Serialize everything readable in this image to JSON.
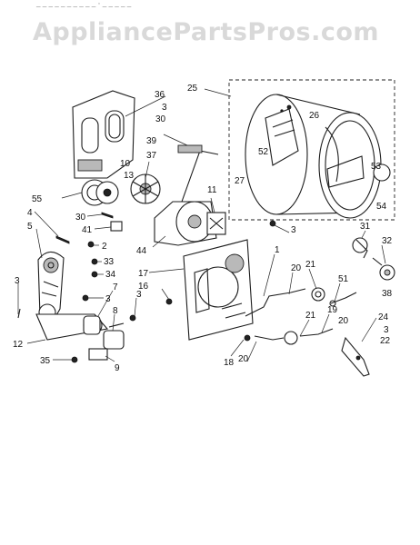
{
  "watermark": "AppliancePartsPros.com",
  "top_fragment": "_ _ _ _ _ _ _ _   _ _ ·   _ _ _ _ _",
  "callouts": {
    "c36": "36",
    "c3a": "3",
    "c30a": "30",
    "c39": "39",
    "c37": "37",
    "c10": "10",
    "c13": "13",
    "c55": "55",
    "c11": "11",
    "c30b": "30",
    "c41": "41",
    "c44": "44",
    "c4": "4",
    "c5": "5",
    "c2": "2",
    "c33": "33",
    "c34": "34",
    "c3b": "3",
    "c3c": "3",
    "c7": "7",
    "c8": "8",
    "c3d": "3",
    "c12": "12",
    "c35": "35",
    "c9": "9",
    "c25": "25",
    "c26": "26",
    "c52": "52",
    "c27": "27",
    "c53": "53",
    "c54": "54",
    "c3e": "3",
    "c31": "31",
    "c32": "32",
    "c38": "38",
    "c17": "17",
    "c16": "16",
    "c1": "1",
    "c20a": "20",
    "c21a": "21",
    "c51": "51",
    "c21b": "21",
    "c19": "19",
    "c20b": "20",
    "c24": "24",
    "c22": "22",
    "c3f": "3",
    "c18": "18",
    "c20c": "20"
  },
  "icons": {
    "ventilation": "ventilation-symbol-icon"
  }
}
